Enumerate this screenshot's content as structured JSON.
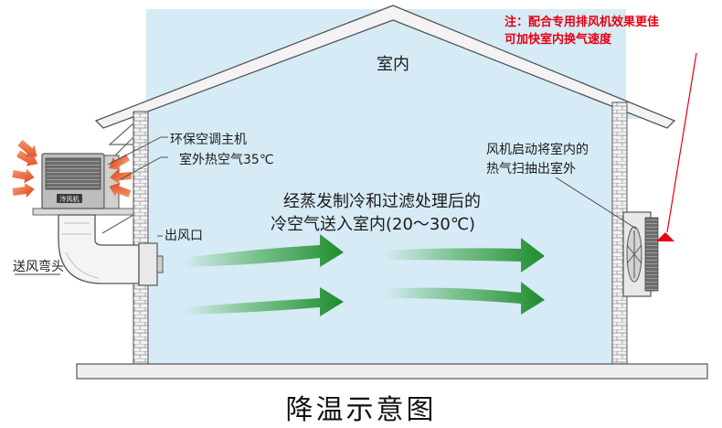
{
  "labels": {
    "indoor": "室内",
    "ac_main_unit": "环保空调主机",
    "outdoor_hot_air": "室外热空气35℃",
    "cool_air_line1": "经蒸发制冷和过滤处理后的",
    "cool_air_line2": "冷空气送入室内(20～30℃)",
    "air_outlet": "出风口",
    "air_duct_elbow": "送风弯头",
    "exhaust_fan_line1": "风机启动将室内的",
    "exhaust_fan_line2": "热气扫抽出室外",
    "unit_badge": "冷风机"
  },
  "note": {
    "line1": "注：配合专用排风机效果更佳",
    "line2": "可加快室内换气速度"
  },
  "title": "降温示意图",
  "colors": {
    "sky_blue": "#cfe7f3",
    "wall": "#efefef",
    "green_arrow": "#2f9e3a",
    "hot_arrow": "#e8502a",
    "note_red": "#e60012"
  }
}
